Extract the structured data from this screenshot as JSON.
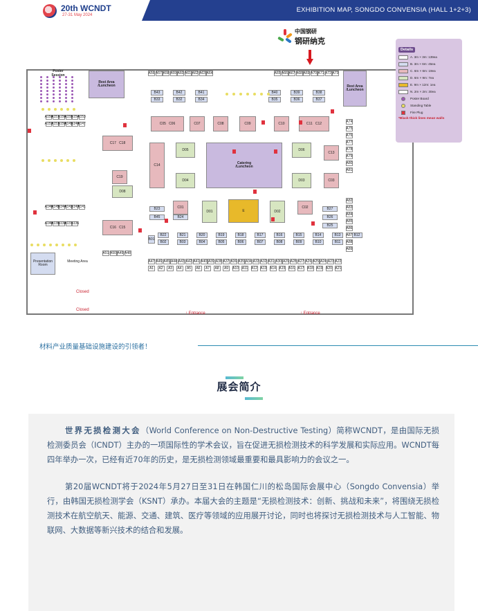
{
  "header": {
    "logo_title": "20th WCNDT",
    "logo_date": "27-31 May 2024",
    "map_title": "EXHIBITION MAP, SONGDO CONVENSIA (HALL 1+2+3)"
  },
  "sponsor": {
    "name_small": "中国钢研",
    "name_big": "钢研纳克",
    "colors": [
      "#e2343c",
      "#f29a1b",
      "#2c78c5",
      "#4aa84b"
    ]
  },
  "map": {
    "areas": {
      "poster_session": "Poster Session",
      "rest_area_left": "Rest Area\n/Luncheon",
      "rest_area_right": "Rest Area\n/Luncheon",
      "catering": "Catering\n/Luncheon",
      "presentation_room": "Presentation\nRoom",
      "meeting_area": "Meeting Area"
    },
    "closed_label": "Closed",
    "entrance_label": "Entrance",
    "booths_top_row": [
      "A56",
      "A57",
      "A58",
      "A59",
      "A60",
      "A61",
      "A62",
      "A63",
      "A64",
      "A65",
      "A66",
      "A67",
      "A68",
      "A69",
      "A70",
      "A71",
      "A72",
      "A73"
    ],
    "booths_b_top": [
      "B43",
      "B42",
      "B41",
      "B40",
      "B39",
      "B38",
      "B33",
      "B32",
      "B34",
      "B35",
      "B36",
      "B37"
    ],
    "booths_c_row": [
      "C05",
      "C06",
      "C07",
      "C08",
      "C09",
      "C10",
      "C11",
      "C12"
    ],
    "booths_mid": [
      "D05",
      "D04",
      "D06",
      "D03",
      "C14",
      "C13",
      "C03",
      "C17",
      "C18",
      "C19",
      "B44",
      "D08",
      "B29",
      "B28"
    ],
    "booths_lower": [
      "B23",
      "B24",
      "C01",
      "D01",
      "E",
      "D02",
      "C02",
      "B27",
      "B26",
      "B25",
      "B45",
      "C16",
      "C15"
    ],
    "booths_b_bottom": [
      "B01",
      "B22",
      "B21",
      "B20",
      "B19",
      "B18",
      "B17",
      "B16",
      "B15",
      "B14",
      "B13",
      "B12",
      "B02",
      "B03",
      "B04",
      "B05",
      "B06",
      "B07",
      "B08",
      "B09",
      "B10",
      "B11"
    ],
    "booths_a_bottom": [
      "A51",
      "A50",
      "A49",
      "A48",
      "A47",
      "A46",
      "A45",
      "A44",
      "A43",
      "A42",
      "A41",
      "A40",
      "A39",
      "A38",
      "A37",
      "A36",
      "A35",
      "A34",
      "A33",
      "A32",
      "A31",
      "A30",
      "A29",
      "A28",
      "A27",
      "A26",
      "A25",
      "A24",
      "A23",
      "A22"
    ],
    "booths_a_bottom2": [
      "A1",
      "A2",
      "A3",
      "A4",
      "A5",
      "A6",
      "A7",
      "A8",
      "A9",
      "A10",
      "A11",
      "A12",
      "A13",
      "A14",
      "A15",
      "A16",
      "A17",
      "A18",
      "A19",
      "A20",
      "A21"
    ],
    "booths_left": [
      "A158",
      "A157",
      "A156",
      "A155",
      "A154",
      "A153",
      "A152",
      "A151",
      "A150",
      "A149",
      "A148",
      "A147",
      "A146",
      "A145",
      "A144",
      "A143",
      "A142",
      "A141",
      "A140",
      "A139",
      "A138",
      "A137",
      "A136"
    ],
    "booths_right": [
      "A74",
      "A75",
      "A76",
      "A77",
      "A78",
      "A79",
      "A80",
      "A81",
      "A82",
      "A83",
      "A84",
      "A85",
      "A86",
      "A87",
      "A88",
      "A89"
    ]
  },
  "legend": {
    "title": "Details",
    "items": [
      {
        "label": "A. 3m × 3m: 139ea",
        "color": "#ffffff"
      },
      {
        "label": "B. 3m × 6m: 45ea",
        "color": "#d4dcf0"
      },
      {
        "label": "C. 6m × 6m: 19ea",
        "color": "#e7b9bd"
      },
      {
        "label": "D. 6m × 9m: 7ea",
        "color": "#d7e6c1"
      },
      {
        "label": "E. 9m × 12m: 1ea",
        "color": "#e8b92a"
      },
      {
        "label": "N. 2m × 2m: 30ea",
        "color": "#ffffff"
      },
      {
        "label": "Poster Board",
        "color": "#9b57b5"
      },
      {
        "label": "Standing Table",
        "color": "#e9dd62"
      },
      {
        "label": "Fire Plug",
        "color": "#e0323e"
      }
    ],
    "note": "*Black thick lines mean walls"
  },
  "slogan": "材料产业质量基础设施建设的引领者！",
  "section_title": "展会简介",
  "intro": {
    "p1_lead": "世界无损检测大会",
    "p1_rest": "（World Conference on Non-Destructive Testing）简称WCNDT，是由国际无损检测委员会（ICNDT）主办的一项国际性的学术会议，旨在促进无损检测技术的科学发展和实际应用。WCNDT每四年举办一次，已经有近70年的历史，是无损检测领域最重要和最具影响力的会议之一。",
    "p2": "第20届WCNDT将于2024年5月27日至31日在韩国仁川的松岛国际会展中心（Songdo Convensia）举行，由韩国无损检测学会（KSNT）承办。本届大会的主题是“无损检测技术：创新、挑战和未来”，将围绕无损检测技术在航空航天、能源、交通、建筑、医疗等领域的应用展开讨论，同时也将探讨无损检测技术与人工智能、物联网、大数据等新兴技术的结合和发展。"
  }
}
